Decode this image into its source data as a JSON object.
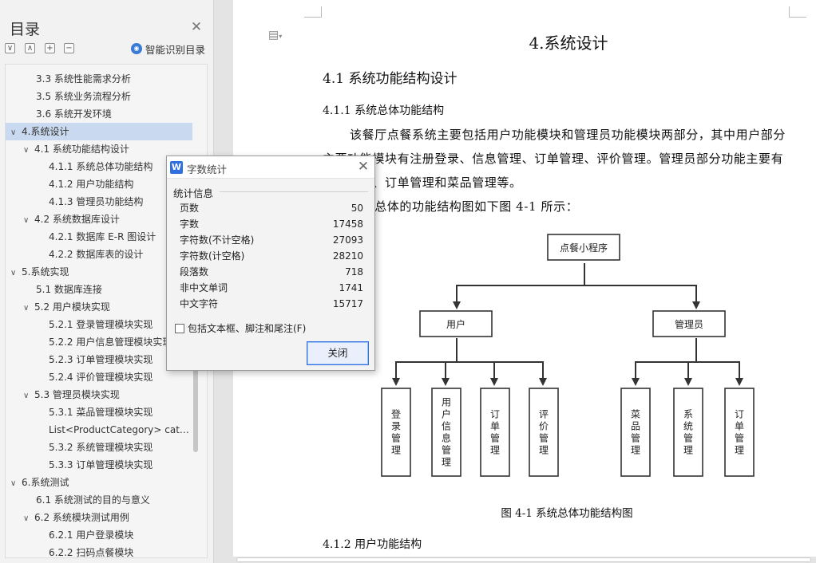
{
  "toc": {
    "title": "目录",
    "smart_label": "智能识别目录",
    "items": [
      {
        "text": "3.3 系统性能需求分析",
        "level": 2,
        "arrow": ""
      },
      {
        "text": "3.5 系统业务流程分析",
        "level": 2,
        "arrow": ""
      },
      {
        "text": "3.6 系统开发环境",
        "level": 2,
        "arrow": ""
      },
      {
        "text": "4.系统设计",
        "level": 1,
        "arrow": "∨",
        "selected": true
      },
      {
        "text": "4.1 系统功能结构设计",
        "level": 2,
        "arrow": "∨"
      },
      {
        "text": "4.1.1 系统总体功能结构",
        "level": 3,
        "arrow": ""
      },
      {
        "text": "4.1.2 用户功能结构",
        "level": 3,
        "arrow": ""
      },
      {
        "text": "4.1.3 管理员功能结构",
        "level": 3,
        "arrow": ""
      },
      {
        "text": "4.2 系统数据库设计",
        "level": 2,
        "arrow": "∨"
      },
      {
        "text": "4.2.1 数据库 E-R 图设计",
        "level": 3,
        "arrow": ""
      },
      {
        "text": "4.2.2 数据库表的设计",
        "level": 3,
        "arrow": ""
      },
      {
        "text": "5.系统实现",
        "level": 1,
        "arrow": "∨"
      },
      {
        "text": "5.1 数据库连接",
        "level": 2,
        "arrow": ""
      },
      {
        "text": "5.2 用户模块实现",
        "level": 2,
        "arrow": "∨"
      },
      {
        "text": "5.2.1 登录管理模块实现",
        "level": 3,
        "arrow": ""
      },
      {
        "text": "5.2.2 用户信息管理模块实现",
        "level": 3,
        "arrow": ""
      },
      {
        "text": "5.2.3 订单管理模块实现",
        "level": 3,
        "arrow": ""
      },
      {
        "text": "5.2.4 评价管理模块实现",
        "level": 3,
        "arrow": ""
      },
      {
        "text": "5.3 管理员模块实现",
        "level": 2,
        "arrow": "∨"
      },
      {
        "text": "5.3.1 菜品管理模块实现",
        "level": 3,
        "arrow": ""
      },
      {
        "text": "List<ProductCategory> cat…",
        "level": 3,
        "arrow": ""
      },
      {
        "text": "5.3.2 系统管理模块实现",
        "level": 3,
        "arrow": ""
      },
      {
        "text": "5.3.3 订单管理模块实现",
        "level": 3,
        "arrow": ""
      },
      {
        "text": "6.系统测试",
        "level": 1,
        "arrow": "∨"
      },
      {
        "text": "6.1 系统测试的目的与意义",
        "level": 2,
        "arrow": ""
      },
      {
        "text": "6.2 系统模块测试用例",
        "level": 2,
        "arrow": "∨"
      },
      {
        "text": "6.2.1 用户登录模块",
        "level": 3,
        "arrow": ""
      },
      {
        "text": "6.2.2 扫码点餐模块",
        "level": 3,
        "arrow": ""
      }
    ]
  },
  "doc": {
    "h1": "4.系统设计",
    "h2": "4.1 系统功能结构设计",
    "h3a": "4.1.1  系统总体功能结构",
    "para1": "该餐厅点餐系统主要包括用户功能模块和管理员功能模块两部分，其中用户部分主要功能模块有注册登录、信息管理、订单管理、评价管理。管理员部分功能主要有系统管理、订单管理和菜品管理等。",
    "para2": "系统总体的功能结构图如下图 4-1 所示：",
    "caption": "图 4-1  系统总体功能结构图",
    "h3b": "4.1.2  用户功能结构"
  },
  "diagram": {
    "root": "点餐小程序",
    "left": "用户",
    "right": "管理员",
    "left_children": [
      "登录管理",
      "用户信息管理",
      "订单管理",
      "评价管理"
    ],
    "right_children": [
      "菜品管理",
      "系统管理",
      "订单管理"
    ]
  },
  "dialog": {
    "title": "字数统计",
    "group": "统计信息",
    "stats": [
      {
        "label": "页数",
        "value": "50"
      },
      {
        "label": "字数",
        "value": "17458"
      },
      {
        "label": "字符数(不计空格)",
        "value": "27093"
      },
      {
        "label": "字符数(计空格)",
        "value": "28210"
      },
      {
        "label": "段落数",
        "value": "718"
      },
      {
        "label": "非中文单词",
        "value": "1741"
      },
      {
        "label": "中文字符",
        "value": "15717"
      }
    ],
    "checkbox_label": "包括文本框、脚注和尾注(F)",
    "close_label": "关闭"
  }
}
